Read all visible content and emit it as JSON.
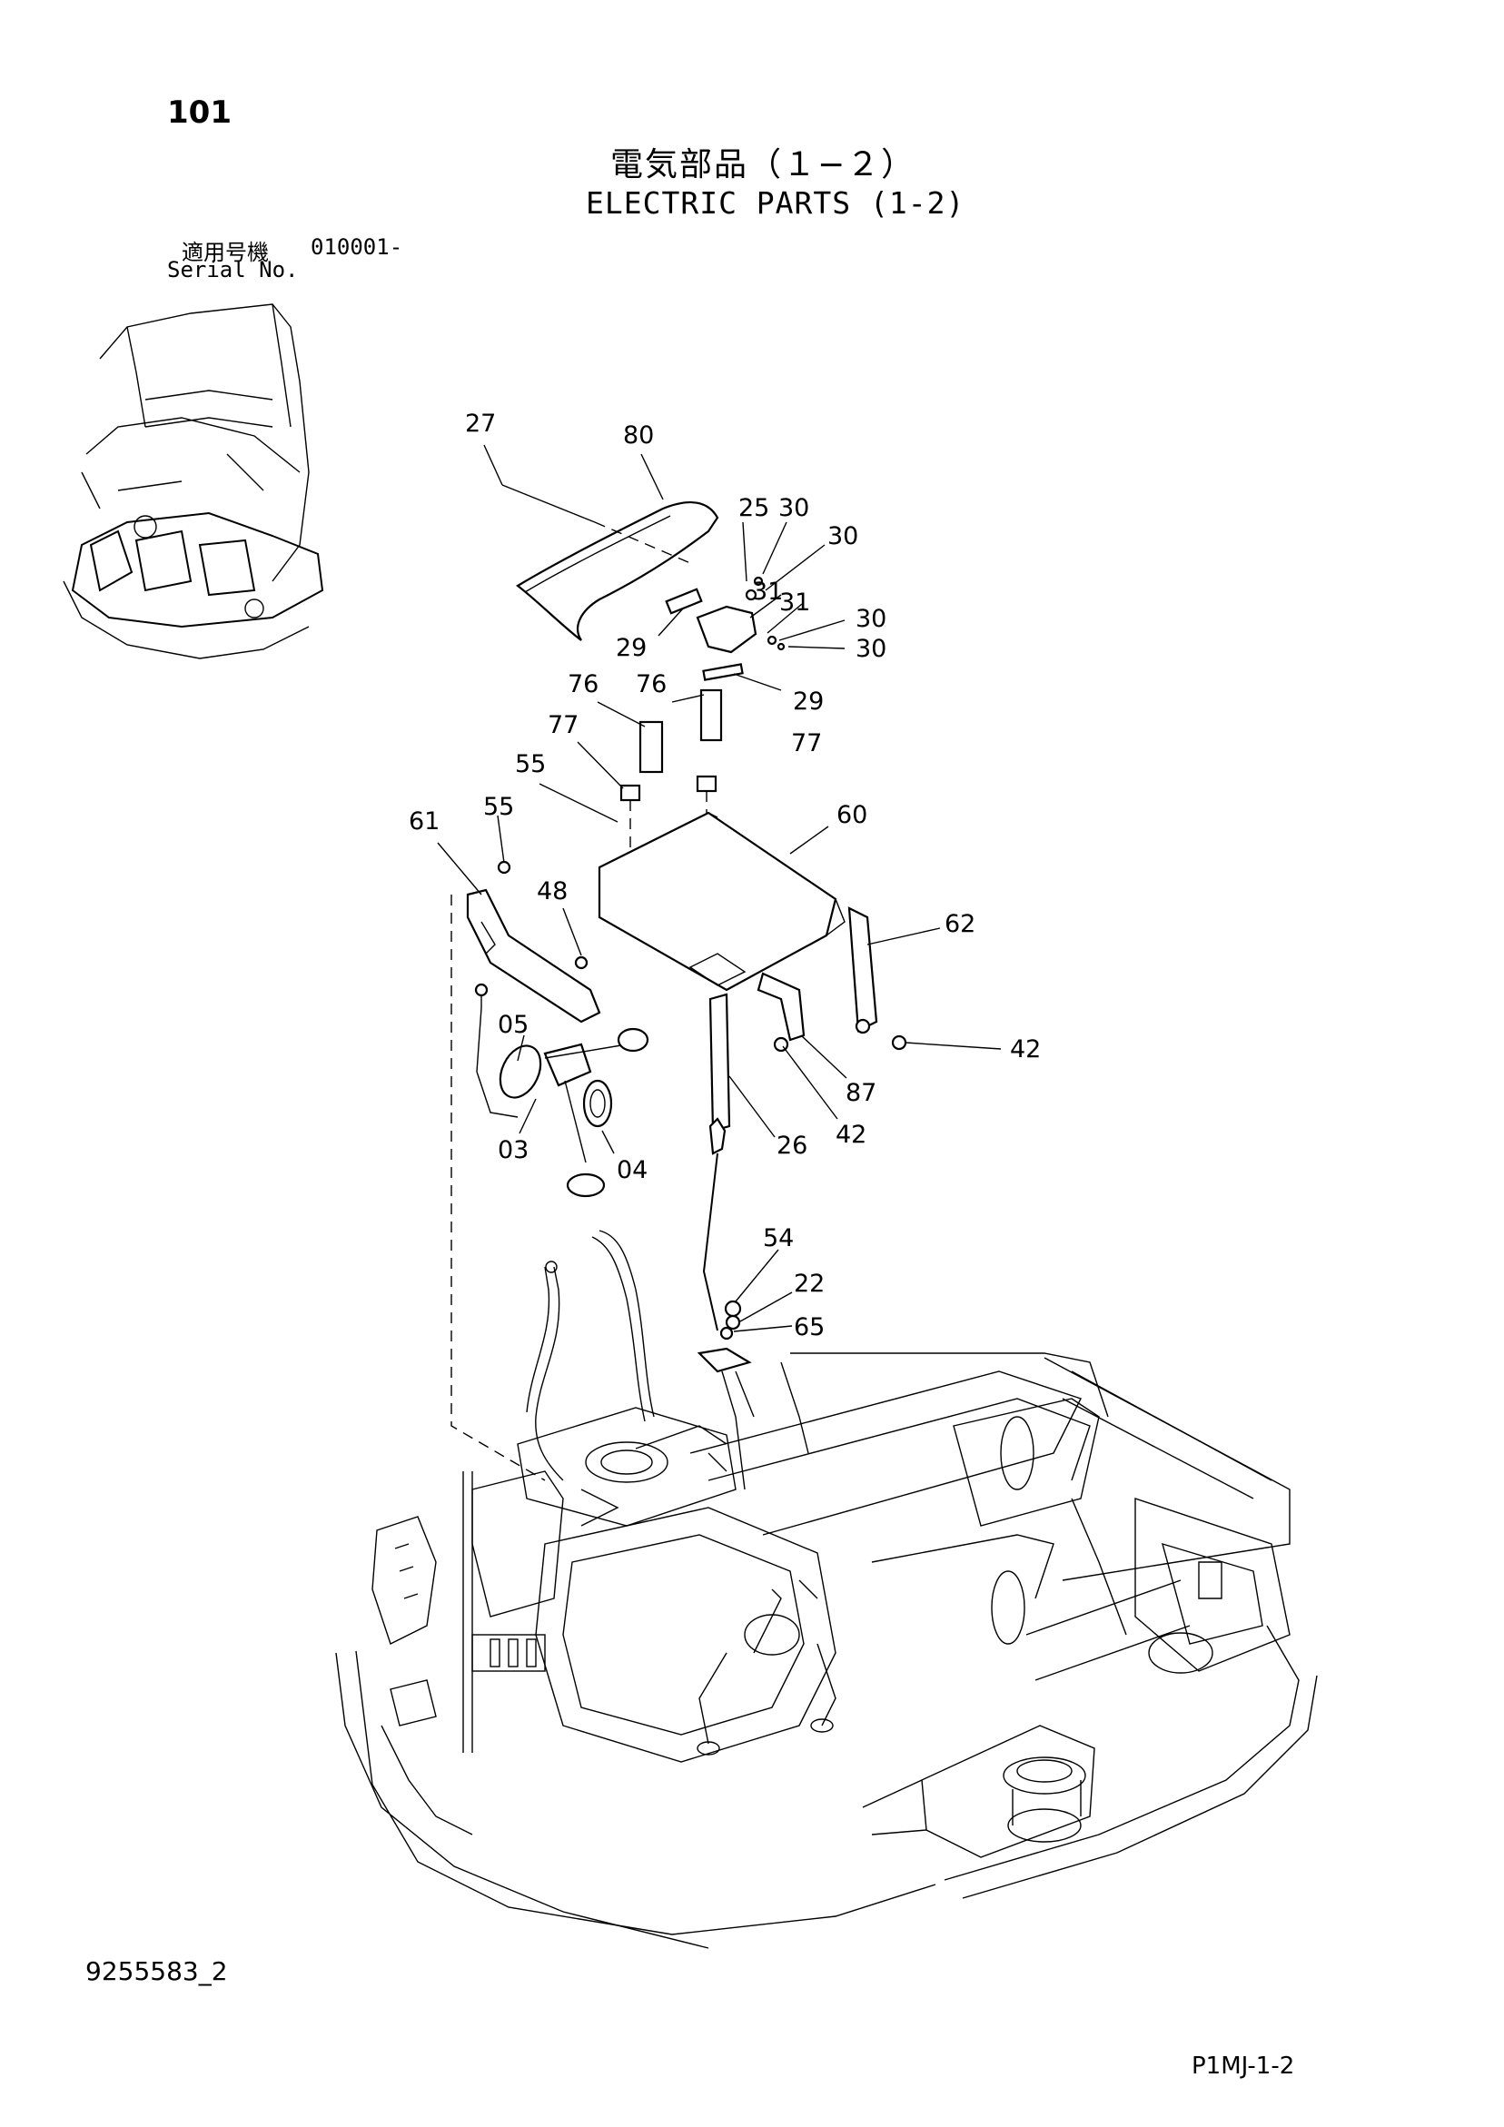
{
  "header": {
    "page_number": "101",
    "title_jp": "電気部品（１−２）",
    "title_en": "ELECTRIC PARTS (1-2)",
    "serial_label_jp": "適用号機",
    "serial_range": "010001-",
    "serial_label_en": "Serial No."
  },
  "callouts": [
    {
      "id": "c27",
      "label": "27"
    },
    {
      "id": "c80",
      "label": "80"
    },
    {
      "id": "c25",
      "label": "25"
    },
    {
      "id": "c30a",
      "label": "30"
    },
    {
      "id": "c30b",
      "label": "30"
    },
    {
      "id": "c31a",
      "label": "31"
    },
    {
      "id": "c31b",
      "label": "31"
    },
    {
      "id": "c30c",
      "label": "30"
    },
    {
      "id": "c30d",
      "label": "30"
    },
    {
      "id": "c29a",
      "label": "29"
    },
    {
      "id": "c29b",
      "label": "29"
    },
    {
      "id": "c76a",
      "label": "76"
    },
    {
      "id": "c76b",
      "label": "76"
    },
    {
      "id": "c77a",
      "label": "77"
    },
    {
      "id": "c77b",
      "label": "77"
    },
    {
      "id": "c55a",
      "label": "55"
    },
    {
      "id": "c55b",
      "label": "55"
    },
    {
      "id": "c61",
      "label": "61"
    },
    {
      "id": "c60",
      "label": "60"
    },
    {
      "id": "c48",
      "label": "48"
    },
    {
      "id": "c62",
      "label": "62"
    },
    {
      "id": "c42a",
      "label": "42"
    },
    {
      "id": "c05",
      "label": "05"
    },
    {
      "id": "c87",
      "label": "87"
    },
    {
      "id": "c42b",
      "label": "42"
    },
    {
      "id": "c26",
      "label": "26"
    },
    {
      "id": "c03",
      "label": "03"
    },
    {
      "id": "c04",
      "label": "04"
    },
    {
      "id": "c54",
      "label": "54"
    },
    {
      "id": "c22",
      "label": "22"
    },
    {
      "id": "c65",
      "label": "65"
    }
  ],
  "footer": {
    "doc_number": "9255583_2",
    "page_code": "P1MJ-1-2"
  }
}
